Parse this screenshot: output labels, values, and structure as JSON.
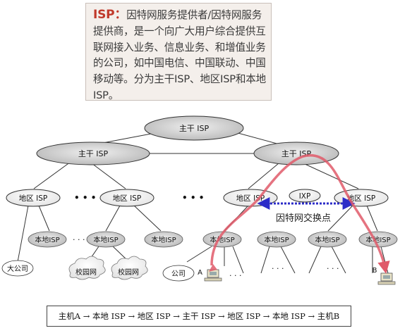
{
  "definition": {
    "term": "ISP",
    "colon": "：",
    "body": "因特网服务提供者/因特网服务提供商，是一个向广大用户综合提供互联网接入业务、信息业务、和增值业务的公司，如中国电信、中国联动、中国移动等。分为主干ISP、地区ISP和本地ISP。"
  },
  "nodes": {
    "backbone_top": "主干 ISP",
    "backbone_left": "主干 ISP",
    "backbone_right": "主干 ISP",
    "regional_1": "地区 ISP",
    "regional_2": "地区 ISP",
    "regional_3": "地区 ISP",
    "regional_4": "地区 ISP",
    "ixp": "IXP",
    "local_1": "本地ISP",
    "local_2": "本地ISP",
    "local_3": "本地ISP",
    "local_4": "本地ISP",
    "local_5": "本地ISP",
    "local_6": "本地ISP",
    "local_7": "本地ISP",
    "big_company": "大公司",
    "campus_1": "校园网",
    "campus_2": "校园网",
    "company": "公司",
    "host_a": "A",
    "host_b": "B"
  },
  "labels": {
    "exchange_point": "因特网交换点",
    "ellipsis": "• • •",
    "ellipsis_small": "· · ·"
  },
  "path": "主机A → 本地 ISP → 地区 ISP → 主干 ISP → 地区 ISP → 本地 ISP → 主机B",
  "colors": {
    "term": "#c0392b",
    "path_arrow": "#e05a6a",
    "ixp_arrow": "#2c2cc8",
    "node_dark": "#c9c9c9",
    "node_light": "#f1f1f1"
  }
}
